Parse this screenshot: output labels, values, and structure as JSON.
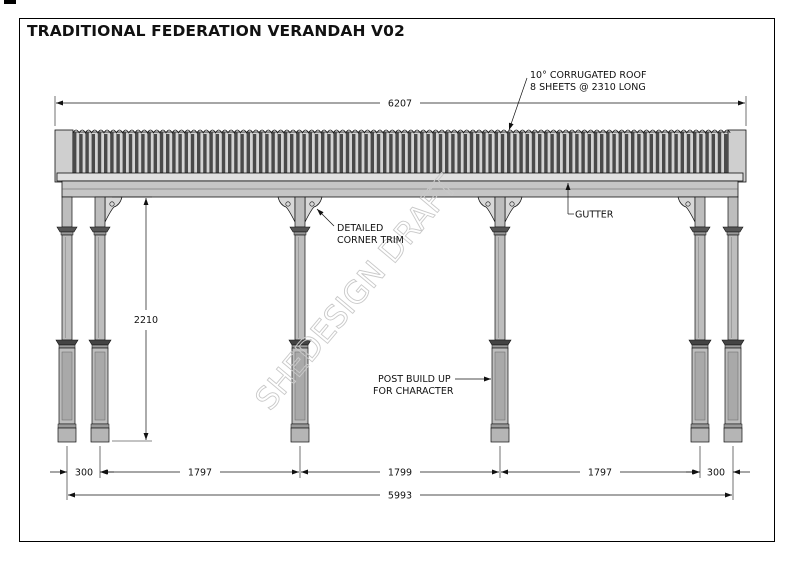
{
  "title": "TRADITIONAL FEDERATION VERANDAH V02",
  "watermark": "SHEDESIGN DRAFT",
  "annotations": {
    "roof_line1": "10° CORRUGATED ROOF",
    "roof_line2": "8 SHEETS @ 2310 LONG",
    "gutter": "GUTTER",
    "trim_line1": "DETAILED",
    "trim_line2": "CORNER TRIM",
    "post_line1": "POST BUILD UP",
    "post_line2": "FOR CHARACTER"
  },
  "dimensions": {
    "overall_roof": "6207",
    "height": "2210",
    "spacings": [
      "300",
      "1797",
      "1799",
      "1797",
      "300"
    ],
    "overall_posts": "5993"
  },
  "colors": {
    "line": "#111111",
    "post": "#bdbdbd",
    "post_dark": "#7a7a7a",
    "roof_dark": "#4a4a4a",
    "roof_light": "#d4d4d4",
    "beam": "#c4c4c4"
  }
}
